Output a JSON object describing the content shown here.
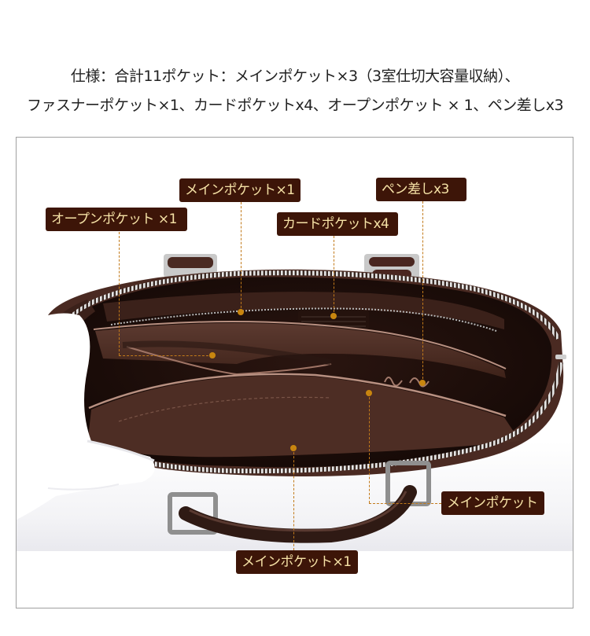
{
  "spec": {
    "line1": "仕様：合計11ポケット：メインポケット×3（3室仕切大容量収納）、",
    "line2": "ファスナーポケット×1、カードポケットx4、オープンポケット × 1、ペン差しx3"
  },
  "photo": {
    "subject": "brown crocodile-embossed leather briefcase interior, held open by white-gloved hand",
    "colors": {
      "leather": "#3a1f17",
      "lining": "#5a3a30",
      "tag_bg": "#3d1508",
      "tag_text": "#f6e2a6",
      "leader": "#c27a1a"
    }
  },
  "callouts": [
    {
      "id": "main-pocket-top",
      "label": "メインポケット×1"
    },
    {
      "id": "open-pocket",
      "label": "オープンポケット ×1"
    },
    {
      "id": "card-pocket",
      "label": "カードポケットx4"
    },
    {
      "id": "pen-holder",
      "label": "ペン差しx3"
    },
    {
      "id": "main-pocket-right",
      "label": "メインポケット"
    },
    {
      "id": "main-pocket-bottom",
      "label": "メインポケット×1"
    }
  ]
}
